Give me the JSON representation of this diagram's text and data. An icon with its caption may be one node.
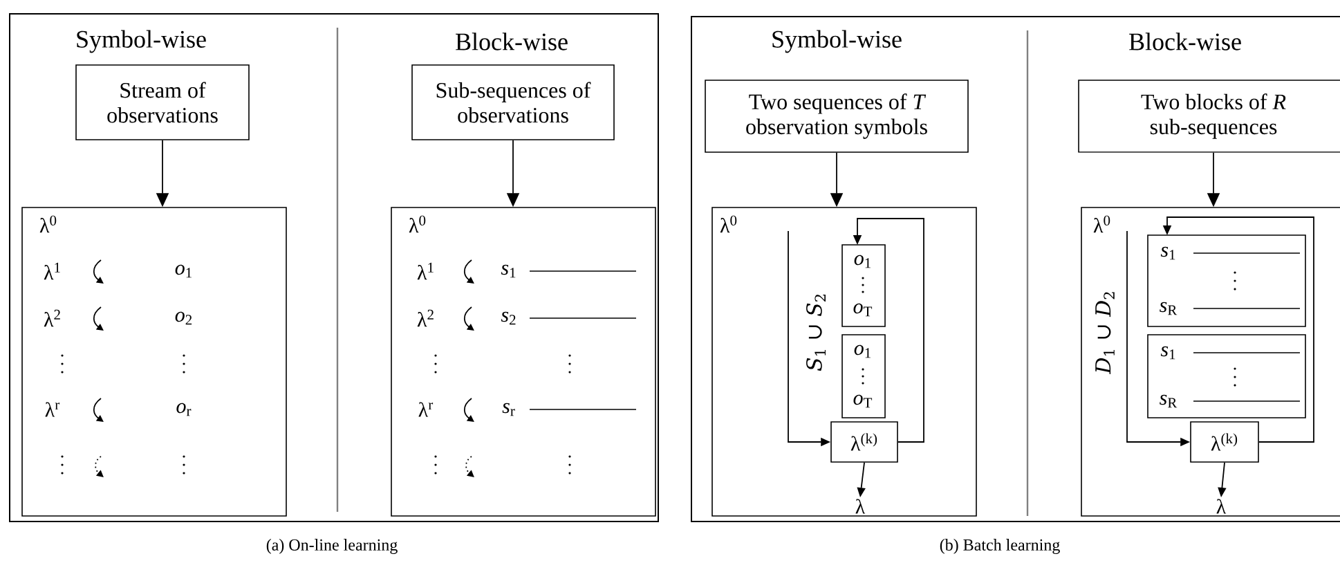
{
  "diagram": {
    "nodes": [
      {
        "text": [],
        "shape": "box"
      },
      {
        "text": [
          "Stream of observations"
        ],
        "in": 0
      },
      {
        "text": [
          "λ$^{0}$",
          "λ$^{1}$",
          "*o*$_{1}$",
          "λ$^{2}$",
          "*o*$_{2}$",
          "λ$^{r}$",
          "*o*$_{r}$"
        ],
        "in": 0
      },
      {
        "text": [
          "Sub-sequences of observations"
        ],
        "in": 0
      },
      {
        "text": [
          "λ$^{0}$",
          "λ$^{1}$",
          "*s*$_{1}$",
          "λ$^{2}$",
          "*s*$_{2}$",
          "λ$^{r}$",
          "*s*$_{r}$"
        ],
        "in": 0
      },
      {
        "text": [],
        "shape": "box"
      },
      {
        "text": [
          "Two sequences of *T* observation symbols"
        ],
        "in": 5
      },
      {
        "text": [
          "λ$^{0}$",
          "*S*$_{1}$ ∪ *S*$_{2}$"
        ],
        "in": 5
      },
      {
        "text": [
          "*o*$_{1}$",
          "*o*$_{T}$"
        ],
        "in": 7
      },
      {
        "text": [
          "*o*$_{1}$",
          "*o*$_{T}$"
        ],
        "in": 7
      },
      {
        "text": [
          "λ$^{(k)}$"
        ],
        "in": 7
      },
      {
        "text": [
          "λ"
        ],
        "in": 7
      },
      {
        "text": [
          "Two blocks of *R* sub-sequences"
        ],
        "in": 5
      },
      {
        "text": [
          "λ$^{0}$",
          "*D*$_{1}$ ∪ *D*$_{2}$"
        ],
        "in": 5
      },
      {
        "text": [
          "*s*$_{1}$",
          "*s*$_{R}$"
        ],
        "in": 13
      },
      {
        "text": [
          "*s*$_{1}$",
          "*s*$_{R}$"
        ],
        "in": 13
      },
      {
        "text": [
          "λ$^{(k)}$"
        ],
        "in": 13
      },
      {
        "text": [
          "λ"
        ],
        "in": 13
      }
    ],
    "edges": [
      {
        "from": 1,
        "to": 2,
        "arrow": "to"
      },
      {
        "from": 3,
        "to": 4,
        "arrow": "to"
      },
      {
        "from": 6,
        "to": 7,
        "arrow": "to"
      },
      {
        "from": 10,
        "to": 8,
        "arrow": "to"
      },
      {
        "from": null,
        "to": 10,
        "arrow": "to"
      },
      {
        "from": 10,
        "to": 11,
        "arrow": "to"
      },
      {
        "from": 12,
        "to": 13,
        "arrow": "to"
      },
      {
        "from": 16,
        "to": 14,
        "arrow": "to"
      },
      {
        "from": null,
        "to": 16,
        "arrow": "to"
      },
      {
        "from": 16,
        "to": 17,
        "arrow": "to"
      }
    ],
    "labels": [
      "Symbol-wise",
      "Block-wise",
      "Symbol-wise",
      "Block-wise",
      "(a) On-line learning",
      "(b) Batch learning"
    ]
  }
}
